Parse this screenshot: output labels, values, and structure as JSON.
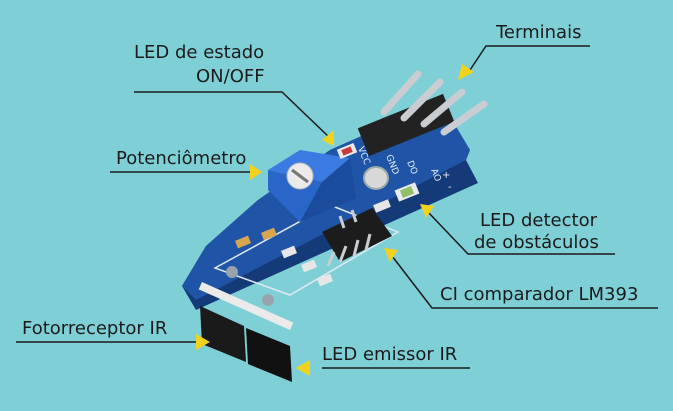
{
  "labels": {
    "terminais": "Terminais",
    "led_estado_1": "LED de estado",
    "led_estado_2": "ON/OFF",
    "potenciometro": "Potenciômetro",
    "led_detector_1": "LED detector",
    "led_detector_2": "de obstáculos",
    "ci_comparador": "CI comparador LM393",
    "fotorreceptor": "Fotorreceptor IR",
    "led_emissor": "LED emissor IR"
  },
  "silkscreen": {
    "vcc": "VCC",
    "gnd": "GND",
    "do": "DO",
    "ao": "AO",
    "plus": "+",
    "minus": "-"
  },
  "colors": {
    "background": "#7fd0d6",
    "pcb": "#1d4d9a",
    "pcb_dark": "#143a78",
    "potentiometer": "#2a66c8",
    "arrow": "#f3d21c",
    "leader": "#1b1b1b"
  }
}
